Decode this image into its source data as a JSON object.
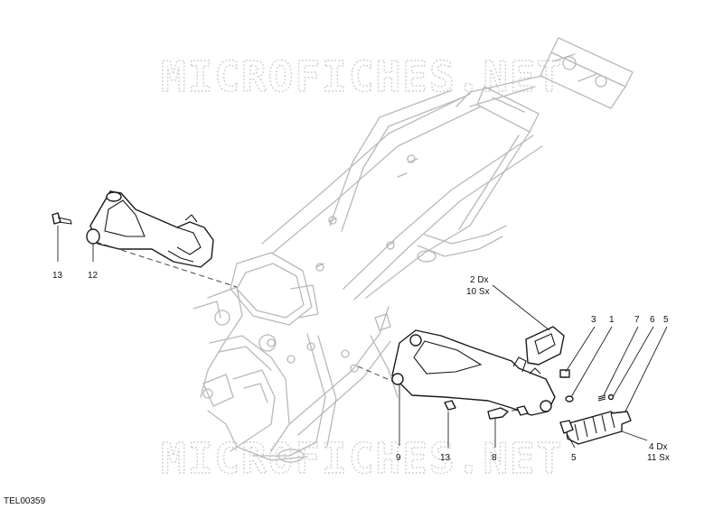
{
  "watermark_top": "MICROFICHES.NET",
  "watermark_bottom": "MICROFICHES.NET",
  "drawing_code": "TEL00359",
  "callouts": {
    "c13_left": "13",
    "c12": "12",
    "c2_line1": "2 Dx",
    "c2_line2": "10 Sx",
    "c3": "3",
    "c1": "1",
    "c7": "7",
    "c6": "6",
    "c5_top": "5",
    "c9": "9",
    "c13_bottom": "13",
    "c8": "8",
    "c5_bottom": "5",
    "c4_line1": "4 Dx",
    "c4_line2": "11 Sx"
  }
}
